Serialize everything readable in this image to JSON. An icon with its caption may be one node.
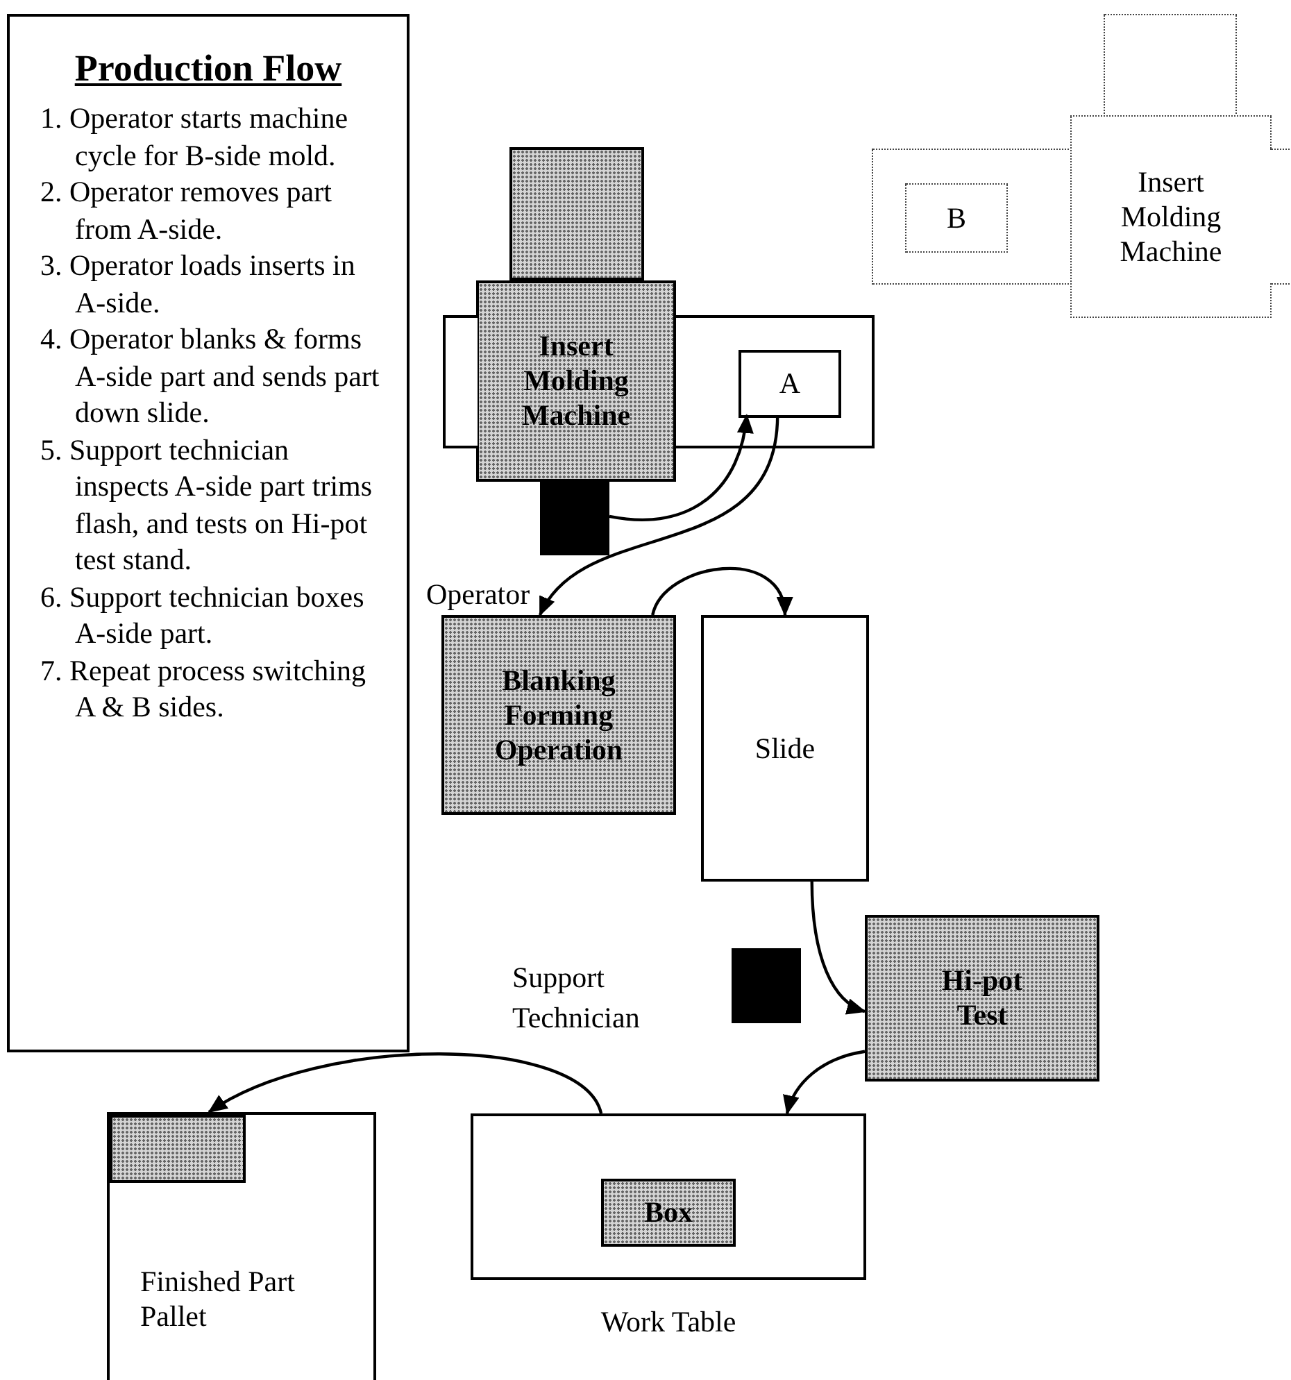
{
  "diagram": {
    "nodes": [
      {
        "text": [
          "Production Flow",
          "1. Operator starts machine cycle for B-side mold.",
          "2. Operator removes part from A-side.",
          "3. Operator loads inserts in A-side.",
          "4. Operator blanks & forms A-side part and sends part down slide.",
          "5. Support technician inspects A-side part trims flash, and tests on Hi-pot test stand.",
          "6. Support technician boxes A-side part.",
          "7. Repeat process switching A & B sides."
        ]
      },
      {
        "text": [],
        "shape": "box"
      },
      {
        "text": [],
        "shape": "box"
      },
      {
        "text": [
          "Insert Molding Machine"
        ]
      },
      {
        "text": [
          "A"
        ],
        "in": 2
      },
      {
        "text": [],
        "shape": "box"
      },
      {
        "text": [],
        "shape": "box"
      },
      {
        "text": [],
        "shape": "box"
      },
      {
        "text": [
          "B"
        ],
        "in": 7
      },
      {
        "text": [
          "Insert Molding Machine"
        ]
      },
      {
        "text": [
          "Blanking Forming Operation"
        ]
      },
      {
        "text": [
          "Slide"
        ]
      },
      {
        "text": [],
        "shape": "box"
      },
      {
        "text": [
          "Hi-pot Test"
        ]
      },
      {
        "text": [
          "Work Table"
        ]
      },
      {
        "text": [
          "Box"
        ],
        "in": 14
      },
      {
        "text": [
          "Finished Part Pallet"
        ]
      },
      {
        "text": [],
        "shape": "box",
        "in": 16
      },
      {
        "text": [],
        "shape": "box"
      },
      {
        "text": [],
        "shape": "box"
      }
    ],
    "edges": [
      {
        "from": 5,
        "to": 4,
        "arrow": "to"
      },
      {
        "from": 4,
        "to": 10,
        "arrow": "to"
      },
      {
        "from": 10,
        "to": 11,
        "arrow": "to"
      },
      {
        "from": 11,
        "to": 13,
        "arrow": "to"
      },
      {
        "from": 13,
        "to": 14,
        "arrow": "to"
      },
      {
        "from": 14,
        "to": 17,
        "arrow": "to"
      }
    ],
    "labels": [
      "Operator",
      "Support Technician"
    ]
  }
}
